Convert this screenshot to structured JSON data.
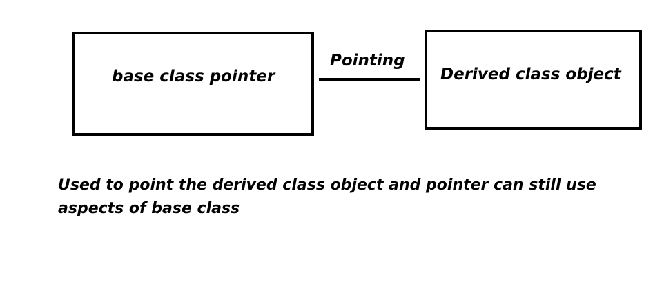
{
  "diagram": {
    "left_box": {
      "label": "base class pointer"
    },
    "right_box": {
      "label": "Derived class object"
    },
    "connector": {
      "label": "Pointing"
    },
    "caption": {
      "line1": "Used to point the derived class object and pointer can still use",
      "line2": "aspects of base class"
    }
  }
}
